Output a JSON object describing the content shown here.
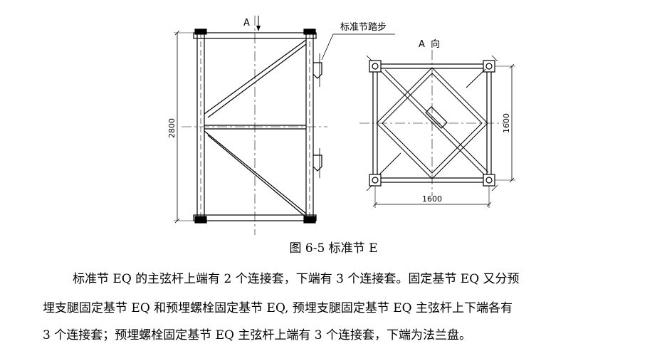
{
  "figure": {
    "view_a_marker": "A",
    "step_label": "标准节踏步",
    "front_height_dim": "2800",
    "view_title": "A  向",
    "plan_width_dim": "1600",
    "plan_height_dim": "1600"
  },
  "caption": "图 6-5 标准节 E",
  "paragraphs": [
    "标准节 EQ 的主弦杆上端有 2 个连接套，下端有 3 个连接套。固定基节 EQ 又分预",
    "埋支腿固定基节 EQ 和预埋螺栓固定基节 EQ, 预埋支腿固定基节 EQ 主弦杆上下端各有",
    "3 个连接套；预埋螺栓固定基节 EQ 主弦杆上端有 3 个连接套，下端为法兰盘。"
  ]
}
